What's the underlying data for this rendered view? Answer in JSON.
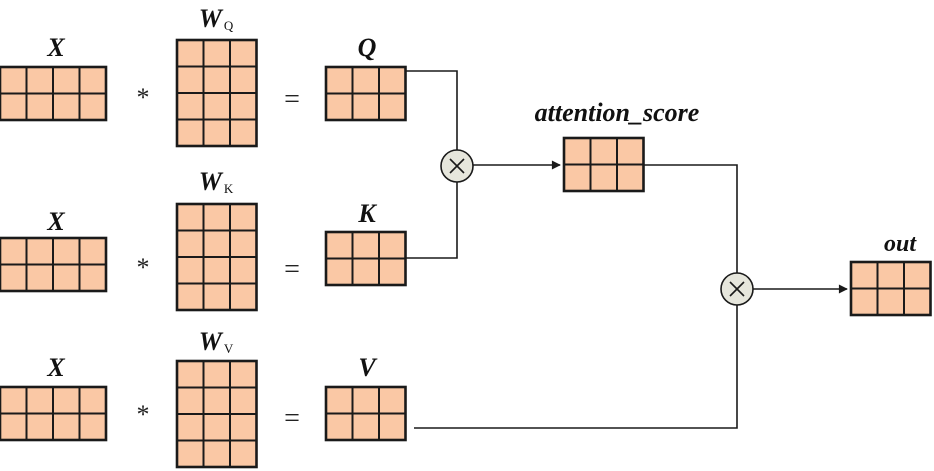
{
  "colors": {
    "cell_fill": "#FAC8A5",
    "stroke": "#1A1A1A",
    "multiply_node_fill": "#E6E6DC"
  },
  "operators": {
    "star": "*",
    "equals": "="
  },
  "rows": [
    {
      "input_label": "X",
      "weight_label": "W",
      "weight_subscript": "Q",
      "output_label": "Q"
    },
    {
      "input_label": "X",
      "weight_label": "W",
      "weight_subscript": "K",
      "output_label": "K"
    },
    {
      "input_label": "X",
      "weight_label": "W",
      "weight_subscript": "V",
      "output_label": "V"
    }
  ],
  "attention_score": {
    "label": "attention_score"
  },
  "output": {
    "label": "out"
  },
  "multiply_nodes": [
    "⊗",
    "⊗"
  ],
  "matrix_shapes": {
    "x": {
      "rows": 2,
      "cols": 4
    },
    "w": {
      "rows": 4,
      "cols": 3
    },
    "qkv": {
      "rows": 2,
      "cols": 3
    },
    "attention_score": {
      "rows": 2,
      "cols": 3
    },
    "out": {
      "rows": 2,
      "cols": 3
    }
  }
}
